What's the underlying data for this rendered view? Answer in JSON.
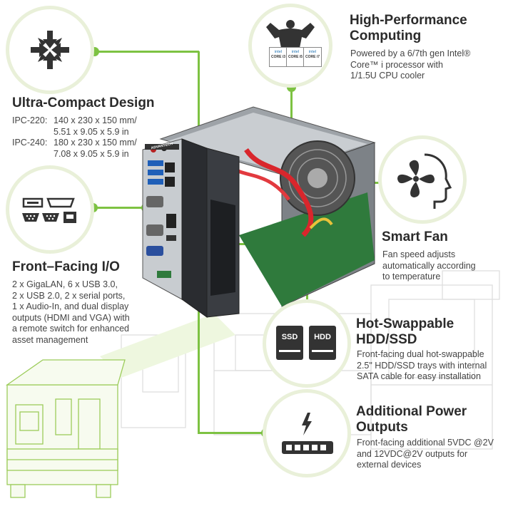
{
  "features": {
    "compact": {
      "title": "Ultra-Compact Design",
      "specs": [
        {
          "model": "IPC-220:",
          "line1": "140 x 230 x 150 mm/",
          "line2": "5.51 x 9.05 x 5.9 in"
        },
        {
          "model": "IPC-240:",
          "line1": "180 x 230 x 150 mm/",
          "line2": "7.08 x 9.05 x 5.9 in"
        }
      ]
    },
    "computing": {
      "title_line1": "High-Performance",
      "title_line2": "Computing",
      "desc_line1": "Powered by a 6/7th gen Intel®",
      "desc_line2": "Core™ i processor with",
      "desc_line3": "1/1.5U CPU cooler",
      "chip_brand": "intel",
      "chip_labels": [
        "CORE i3",
        "CORE i5",
        "CORE i7"
      ]
    },
    "fan": {
      "title": "Smart Fan",
      "desc_line1": "Fan speed adjusts",
      "desc_line2": "automatically according",
      "desc_line3": "to temperature"
    },
    "io": {
      "title": "Front–Facing I/O",
      "desc_line1": "2 x GigaLAN, 6 x USB 3.0,",
      "desc_line2": "2 x USB 2.0, 2 x serial ports,",
      "desc_line3": "1 x Audio-In, and dual display",
      "desc_line4": "outputs (HDMI and VGA) with",
      "desc_line5": "a remote switch for enhanced",
      "desc_line6": "asset management"
    },
    "storage": {
      "title_line1": "Hot-Swappable",
      "title_line2": "HDD/SSD",
      "desc_line1": "Front-facing dual hot-swappable",
      "desc_line2": "2.5\" HDD/SSD trays with internal",
      "desc_line3": "SATA cable for easy installation",
      "ssd_label": "SSD",
      "hdd_label": "HDD"
    },
    "power": {
      "title_line1": "Additional Power",
      "title_line2": "Outputs",
      "desc_line1": "Front-facing additional 5VDC @2V",
      "desc_line2": "and 12VDC@2V outputs for",
      "desc_line3": "external devices"
    }
  },
  "product": {
    "brand_label": "ADVANTECH"
  },
  "colors": {
    "accent": "#7dc242",
    "ring": "#e9f0d9",
    "icon": "#333333"
  }
}
